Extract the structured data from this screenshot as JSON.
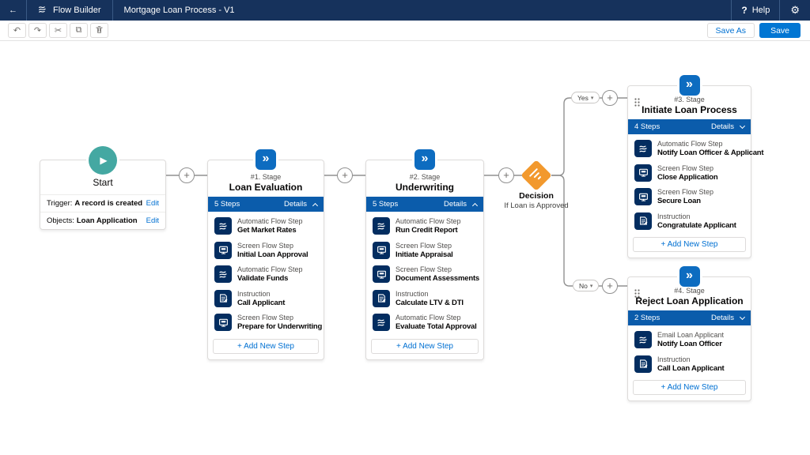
{
  "colors": {
    "header_bg": "#16325c",
    "accent": "#0070d2",
    "save_button": "#0176d3",
    "stage_bar": "#0b5cab",
    "stage_tile": "#0d6cc0",
    "step_tile": "#032d60",
    "decision_orange": "#f2992e",
    "start_teal": "#44a8a2",
    "connector": "#919191"
  },
  "header": {
    "back_icon": "←",
    "brand_icon": "flow-icon",
    "app_name": "Flow Builder",
    "title": "Mortgage Loan Process - V1",
    "help_icon": "?",
    "help_label": "Help",
    "settings_icon": "⚙"
  },
  "toolbar": {
    "undo_icon": "↶",
    "redo_icon": "↷",
    "cut_icon": "✂",
    "copy_icon": "⧉",
    "delete_icon": "trash",
    "save_as_label": "Save As",
    "save_label": "Save"
  },
  "canvas": {
    "connector_plus_icon": "+",
    "start": {
      "title": "Start",
      "play_icon": "▶",
      "rows": [
        {
          "label": "Trigger:",
          "value": "A record is created",
          "action_label": "Edit"
        },
        {
          "label": "Objects:",
          "value": "Loan Application",
          "action_label": "Edit"
        }
      ]
    },
    "decision": {
      "title": "Decision",
      "subtitle": "If Loan is Approved",
      "icon": "sliders-diamond",
      "branches": [
        {
          "label": "Yes",
          "dropdown_icon": "▾"
        },
        {
          "label": "No",
          "dropdown_icon": "▾"
        }
      ]
    },
    "stages": [
      {
        "number_label": "#1. Stage",
        "title": "Loan Evaluation",
        "icon_glyph": "»",
        "steps_count": "5 Steps",
        "details_label": "Details",
        "details_chevron": "up",
        "drag_handle": false,
        "add_step_label": "+  Add New Step",
        "steps": [
          {
            "type": "Automatic Flow Step",
            "name": "Get Market Rates",
            "icon": "flow"
          },
          {
            "type": "Screen Flow Step",
            "name": "Initial Loan Approval",
            "icon": "screen"
          },
          {
            "type": "Automatic Flow Step",
            "name": "Validate Funds",
            "icon": "flow"
          },
          {
            "type": "Instruction",
            "name": "Call Applicant",
            "icon": "instruction"
          },
          {
            "type": "Screen Flow Step",
            "name": "Prepare for Underwriting",
            "icon": "screen"
          }
        ]
      },
      {
        "number_label": "#2. Stage",
        "title": "Underwriting",
        "icon_glyph": "»",
        "steps_count": "5 Steps",
        "details_label": "Details",
        "details_chevron": "up",
        "drag_handle": false,
        "add_step_label": "+  Add New Step",
        "steps": [
          {
            "type": "Automatic Flow Step",
            "name": "Run Credit Report",
            "icon": "flow"
          },
          {
            "type": "Screen Flow Step",
            "name": "Initiate Appraisal",
            "icon": "screen"
          },
          {
            "type": "Screen Flow Step",
            "name": "Document Assessments",
            "icon": "screen"
          },
          {
            "type": "Instruction",
            "name": "Calculate LTV & DTI",
            "icon": "instruction"
          },
          {
            "type": "Automatic Flow Step",
            "name": "Evaluate Total Approval",
            "icon": "flow"
          }
        ]
      },
      {
        "number_label": "#3. Stage",
        "title": "Initiate Loan Process",
        "icon_glyph": "»",
        "steps_count": "4 Steps",
        "details_label": "Details",
        "details_chevron": "down",
        "drag_handle": true,
        "add_step_label": "+  Add New Step",
        "steps": [
          {
            "type": "Automatic Flow Step",
            "name": "Notify Loan Officer & Applicant",
            "icon": "flow"
          },
          {
            "type": "Screen Flow Step",
            "name": "Close Application",
            "icon": "screen"
          },
          {
            "type": "Screen Flow Step",
            "name": "Secure Loan",
            "icon": "screen"
          },
          {
            "type": "Instruction",
            "name": "Congratulate Applicant",
            "icon": "instruction"
          }
        ]
      },
      {
        "number_label": "#4. Stage",
        "title": "Reject Loan Application",
        "icon_glyph": "»",
        "steps_count": "2 Steps",
        "details_label": "Details",
        "details_chevron": "down",
        "drag_handle": true,
        "add_step_label": "+  Add New Step",
        "steps": [
          {
            "type": "Email Loan Applicant",
            "name": "Notify Loan Officer",
            "icon": "flow"
          },
          {
            "type": "Instruction",
            "name": "Call Loan Applicant",
            "icon": "instruction"
          }
        ]
      }
    ]
  }
}
